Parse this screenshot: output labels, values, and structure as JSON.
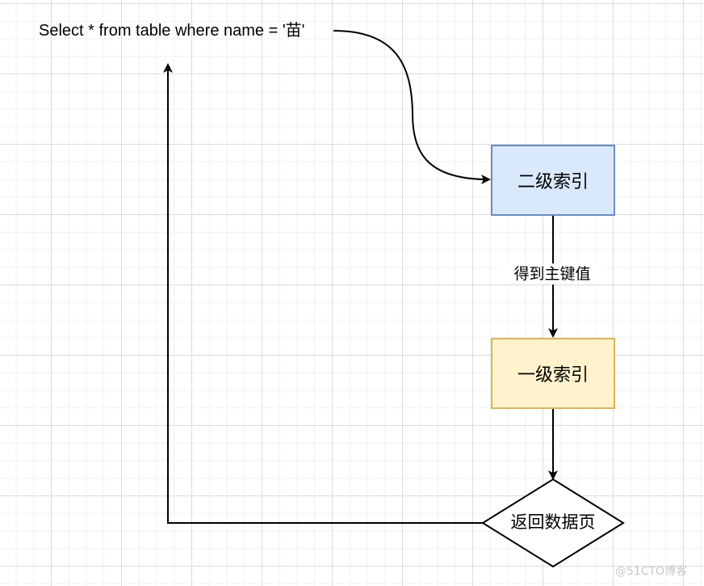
{
  "diagram": {
    "query_text": "Select * from table where name = '苗'",
    "nodes": {
      "secondary_index": {
        "label": "二级索引",
        "fill": "#dae8fc",
        "stroke": "#6c8ebf"
      },
      "primary_index": {
        "label": "一级索引",
        "fill": "#fff2cc",
        "stroke": "#d6b656"
      },
      "return_page": {
        "label": "返回数据页",
        "shape": "diamond"
      }
    },
    "edges": [
      {
        "from": "query",
        "to": "secondary_index",
        "style": "curved"
      },
      {
        "from": "secondary_index",
        "to": "primary_index",
        "label": "得到主键值"
      },
      {
        "from": "primary_index",
        "to": "return_page"
      },
      {
        "from": "return_page",
        "to": "query",
        "style": "orthogonal"
      }
    ],
    "watermark": "@51CTO博客"
  }
}
